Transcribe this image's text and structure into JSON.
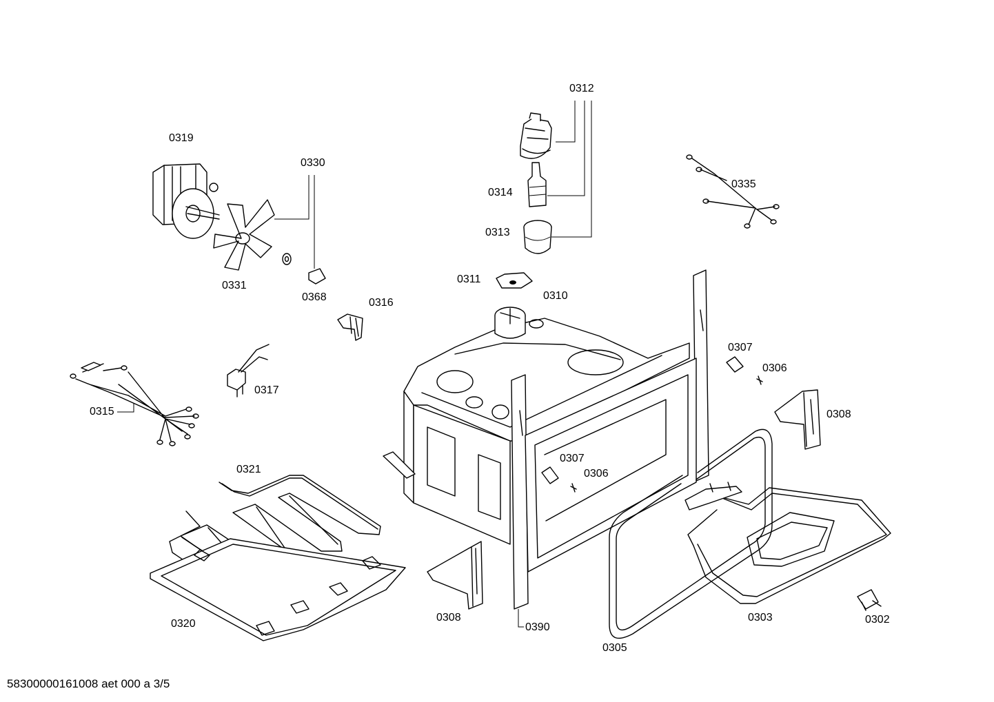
{
  "labels": {
    "p0312": "0312",
    "p0319": "0319",
    "p0330": "0330",
    "p0314": "0314",
    "p0335": "0335",
    "p0313": "0313",
    "p0331": "0331",
    "p0311": "0311",
    "p0368": "0368",
    "p0316": "0316",
    "p0310": "0310",
    "p0307a": "0307",
    "p0306a": "0306",
    "p0317": "0317",
    "p0315": "0315",
    "p0308a": "0308",
    "p0307b": "0307",
    "p0321": "0321",
    "p0306b": "0306",
    "p0320": "0320",
    "p0308b": "0308",
    "p0390": "0390",
    "p0303": "0303",
    "p0302": "0302",
    "p0305": "0305"
  },
  "footer": "58300000161008 aet 000 a 3/5"
}
